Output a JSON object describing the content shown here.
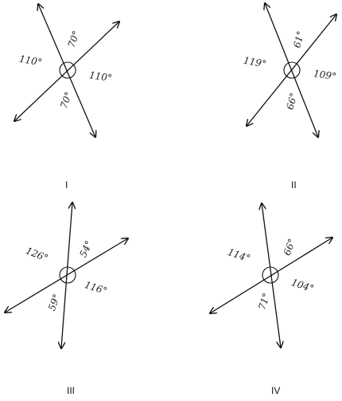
{
  "panels": [
    {
      "id": "I",
      "roman": "I",
      "angles": [
        "110°",
        "70°",
        "110°",
        "70°"
      ]
    },
    {
      "id": "II",
      "roman": "II",
      "angles": [
        "119°",
        "61°",
        "109°",
        "66°"
      ]
    },
    {
      "id": "III",
      "roman": "III",
      "angles": [
        "126°",
        "54°",
        "116°",
        "59°"
      ]
    },
    {
      "id": "IV",
      "roman": "IV",
      "angles": [
        "114°",
        "66°",
        "104°",
        "71°"
      ]
    }
  ]
}
